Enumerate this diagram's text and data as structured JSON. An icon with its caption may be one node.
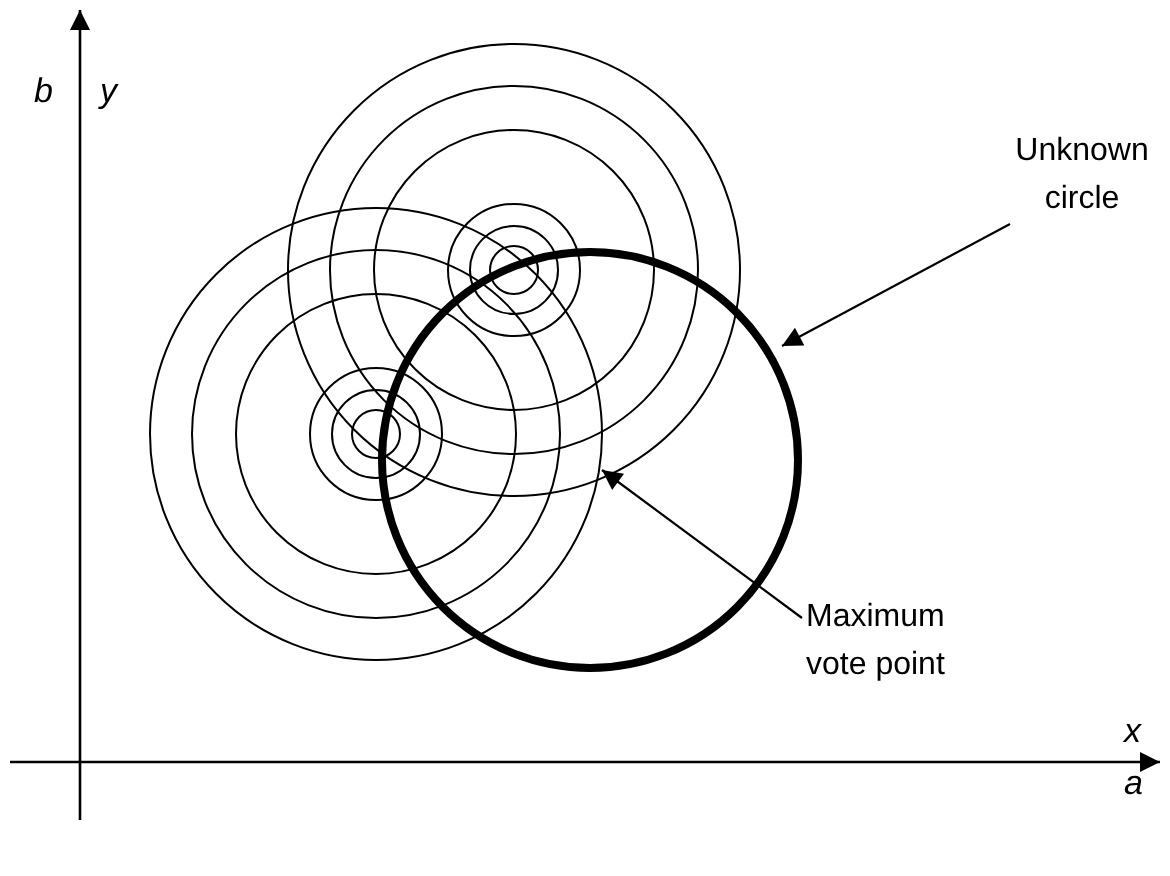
{
  "diagram": {
    "nodes": [
      {
        "text": [
          "Unknown circle"
        ]
      },
      {
        "text": [],
        "shape": "circle"
      },
      {
        "text": [
          "Maximum vote point"
        ]
      }
    ],
    "edges": [
      {
        "from": 0,
        "to": 1,
        "arrow": "to"
      },
      {
        "from": 2,
        "to": 1,
        "arrow": "to"
      }
    ],
    "labels": [
      "b",
      "y",
      "x",
      "a"
    ]
  }
}
